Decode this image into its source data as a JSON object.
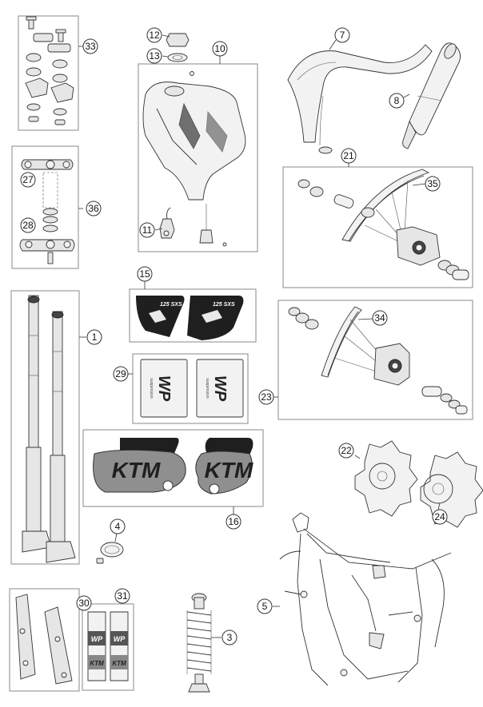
{
  "callouts": {
    "c1": "1",
    "c3": "3",
    "c4": "4",
    "c5": "5",
    "c7": "7",
    "c8": "8",
    "c10": "10",
    "c11": "11",
    "c12": "12",
    "c13": "13",
    "c15": "15",
    "c16": "16",
    "c21": "21",
    "c22": "22",
    "c23": "23",
    "c24": "24",
    "c27": "27",
    "c28": "28",
    "c29": "29",
    "c30": "30",
    "c31": "31",
    "c33": "33",
    "c34": "34",
    "c35": "35",
    "c36": "36"
  },
  "decals": {
    "tank_left": "125 SXS",
    "tank_right": "125 SXS",
    "fork_left": "WP",
    "fork_right": "WP",
    "fork_left_small": "suspension",
    "fork_right_small": "suspension",
    "shroud_left": "KTM",
    "shroud_right": "KTM",
    "guard_top_left": "WP",
    "guard_top_right": "WP",
    "guard_bottom_left": "KTM",
    "guard_bottom_right": "KTM"
  }
}
